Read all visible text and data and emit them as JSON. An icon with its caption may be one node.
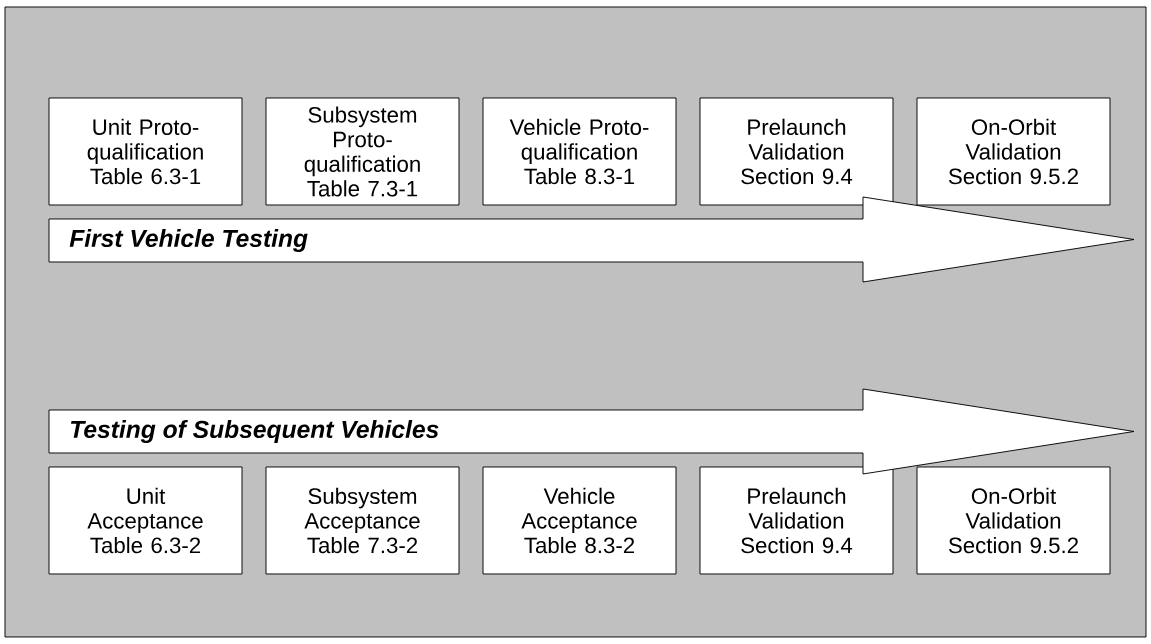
{
  "diagram": {
    "nodes": [
      {
        "text": [
          "Unit Proto-qualification Table 6.3-1"
        ]
      },
      {
        "text": [
          "Subsystem Proto-qualification Table 7.3-1"
        ]
      },
      {
        "text": [
          "Vehicle Proto-qualification Table 8.3-1"
        ]
      },
      {
        "text": [
          "Prelaunch Validation Section 9.4"
        ]
      },
      {
        "text": [
          "On-Orbit Validation Section 9.5.2"
        ]
      },
      {
        "text": [
          "First Vehicle Testing"
        ]
      },
      {
        "text": [
          "Testing of Subsequent Vehicles"
        ]
      },
      {
        "text": [
          "Unit Acceptance Table 6.3-2"
        ]
      },
      {
        "text": [
          "Subsystem Acceptance Table 7.3-2"
        ]
      },
      {
        "text": [
          "Vehicle Acceptance Table 8.3-2"
        ]
      },
      {
        "text": [
          "Prelaunch Validation Section 9.4"
        ]
      },
      {
        "text": [
          "On-Orbit Validation Section 9.5.2"
        ]
      }
    ]
  }
}
